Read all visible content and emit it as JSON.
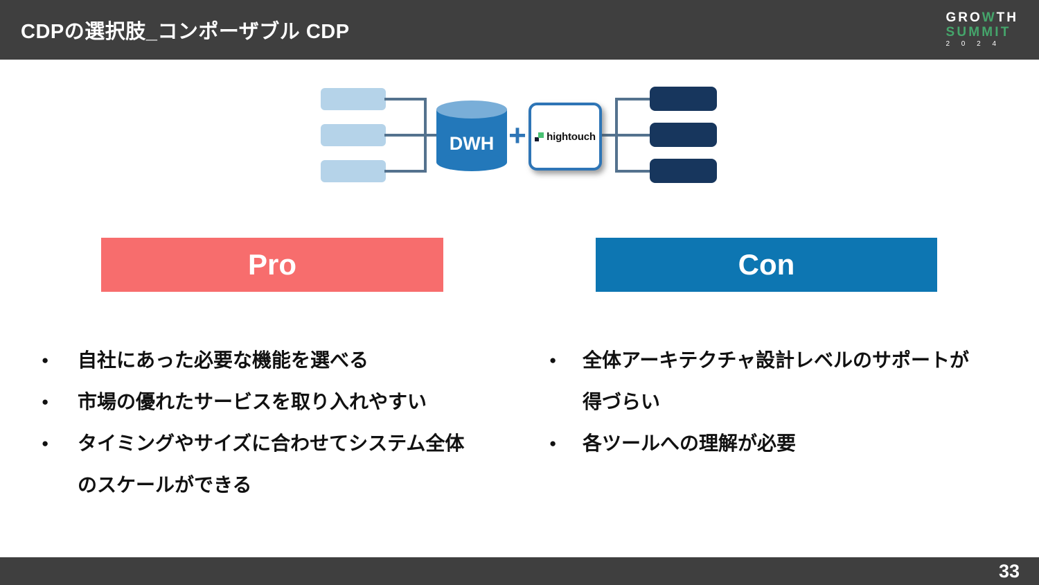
{
  "header": {
    "title": "CDPの選択肢_コンポーザブル CDP",
    "logo": {
      "growth_pre": "GRO",
      "growth_w": "W",
      "growth_post": "TH",
      "summit": "SUMMIT",
      "year": "2 0 2 4"
    }
  },
  "diagram": {
    "dwh_label": "DWH",
    "plus_sign": "+",
    "hightouch_label": "hightouch"
  },
  "bullet_char": "●",
  "pro": {
    "title": "Pro",
    "items": [
      "自社にあった必要な機能を選べる",
      "市場の優れたサービスを取り入れやすい",
      "タイミングやサイズに合わせてシステム全体のスケールができる"
    ]
  },
  "con": {
    "title": "Con",
    "items": [
      "全体アーキテクチャ設計レベルのサポートが得づらい",
      "各ツールへの理解が必要"
    ]
  },
  "footer": {
    "page_number": "33"
  },
  "colors": {
    "header_bg": "#3f3f3f",
    "footer_bg": "#3f3f3f",
    "pro_bg": "#f76d6d",
    "con_bg": "#0d76b2",
    "source_box": "#b5d3e9",
    "destination_box": "#17365d",
    "dwh_cylinder": "#2378ba",
    "connector_line": "#54728e",
    "hightouch_border": "#2e75b6",
    "logo_green": "#45a56b"
  }
}
